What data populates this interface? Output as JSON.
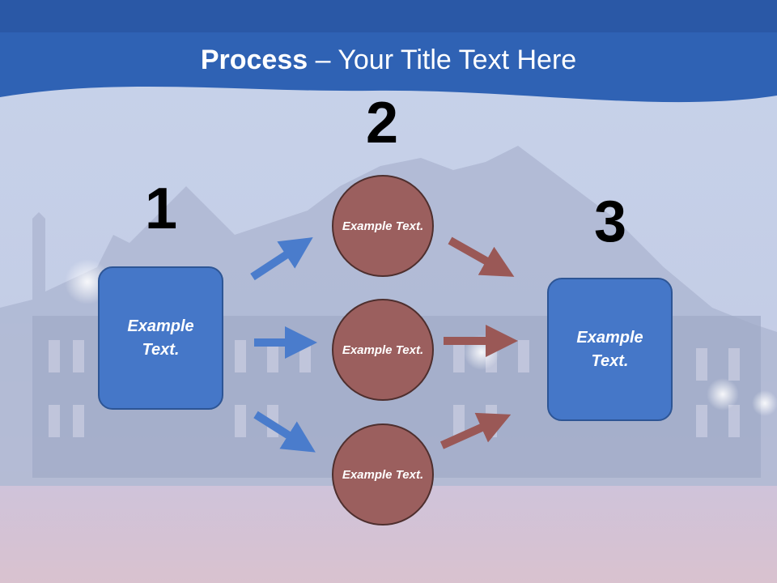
{
  "slide": {
    "title_bold": "Process",
    "title_rest": " – Your Title Text Here"
  },
  "steps": {
    "one": {
      "number": "1",
      "text": "Example Text."
    },
    "two": {
      "number": "2"
    },
    "three": {
      "number": "3",
      "text": "Example Text."
    }
  },
  "circles": [
    {
      "text": "Example Text."
    },
    {
      "text": "Example Text."
    },
    {
      "text": "Example Text."
    }
  ],
  "colors": {
    "header_blue": "#2f62b4",
    "box_blue": "#4577c8",
    "circle_brown": "#9b5f5e",
    "arrow_blue": "#4a7ccc",
    "arrow_brown": "#9a5856"
  }
}
